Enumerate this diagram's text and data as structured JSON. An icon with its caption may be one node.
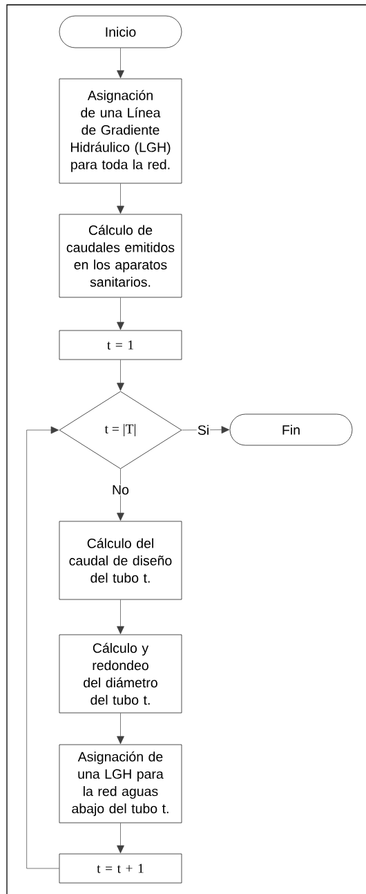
{
  "diagram": {
    "nodes": [
      {
        "text": [
          "Inicio"
        ]
      },
      {
        "text": [
          "Asignación de una Línea de Gradiente Hidráulico (LGH) para toda la red."
        ]
      },
      {
        "text": [
          "Cálculo de caudales emitidos en los aparatos sanitarios."
        ]
      },
      {
        "text": [
          "t = 1"
        ]
      },
      {
        "text": [
          "t = |T|"
        ]
      },
      {
        "text": [
          "Fin"
        ]
      },
      {
        "text": [
          "Cálculo del caudal de diseño del tubo t."
        ]
      },
      {
        "text": [
          "Cálculo y redondeo del diámetro del tubo t."
        ]
      },
      {
        "text": [
          "Asignación de una LGH para la red aguas abajo del tubo t."
        ]
      },
      {
        "text": [
          "t = t + 1"
        ]
      }
    ],
    "edges": [
      {
        "from": 0,
        "to": 1,
        "arrow": "to"
      },
      {
        "from": 1,
        "to": 2,
        "arrow": "to"
      },
      {
        "from": 2,
        "to": 3,
        "arrow": "to"
      },
      {
        "from": 3,
        "to": 4,
        "arrow": "to"
      },
      {
        "from": 4,
        "to": 5,
        "arrow": "to",
        "label": "Si"
      },
      {
        "from": 4,
        "to": 6,
        "arrow": "to",
        "label": "No"
      },
      {
        "from": 6,
        "to": 7,
        "arrow": "to"
      },
      {
        "from": 7,
        "to": 8,
        "arrow": "to"
      },
      {
        "from": 8,
        "to": 9,
        "arrow": "to"
      },
      {
        "from": 9,
        "to": 4,
        "arrow": "to"
      }
    ]
  }
}
